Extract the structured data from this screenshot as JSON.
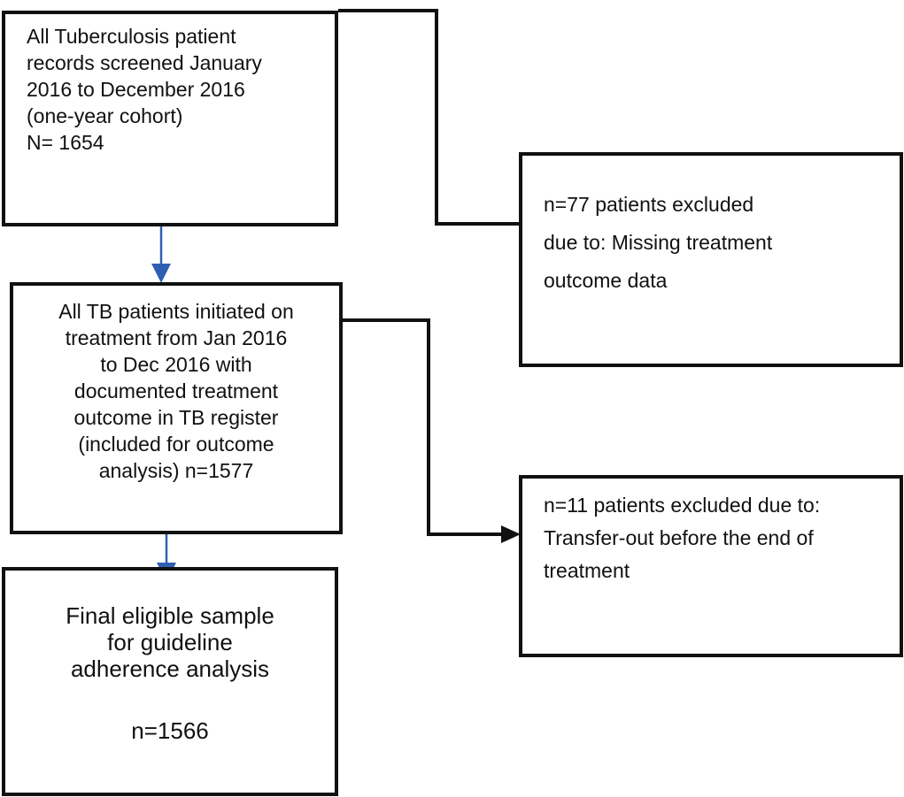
{
  "flow": {
    "screened": {
      "lines": [
        "All Tuberculosis patient",
        "records screened January",
        "2016 to December 2016",
        "(one-year cohort)",
        "N= 1654"
      ]
    },
    "included": {
      "lines": [
        "All TB patients initiated on",
        "treatment from Jan 2016",
        "to Dec 2016 with",
        "documented treatment",
        "outcome in TB register",
        "(included for outcome",
        "analysis) n=1577"
      ]
    },
    "final": {
      "lines": [
        "Final eligible sample",
        "for guideline",
        "adherence analysis"
      ],
      "count": "n=1566"
    },
    "excluded_missing": {
      "lines": [
        "n=77 patients excluded",
        "due to: Missing treatment",
        "outcome data"
      ]
    },
    "excluded_transfer": {
      "lines": [
        "n=11 patients excluded due to:",
        "Transfer-out before the end of",
        "treatment"
      ]
    }
  },
  "colors": {
    "box_border": "#111111",
    "down_arrow": "#2f5fb3",
    "side_connector": "#111111"
  }
}
